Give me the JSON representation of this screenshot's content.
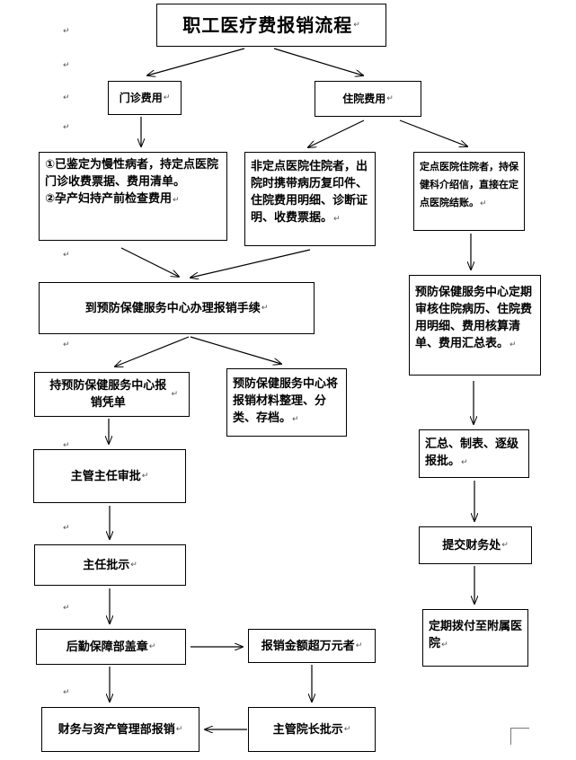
{
  "title": "职工医疗费报销流程",
  "paragraph_mark": "↵",
  "nodes": {
    "outpatient": "门诊费用",
    "inpatient": "住院费用",
    "chronic_lines": [
      "①已鉴定为慢性病者，持定点医院门诊收费票据、费用清单。",
      "②孕产妇持产前检查费用"
    ],
    "nondesignated": "非定点医院住院者，出院时携带病历复印件、住院费用明细、诊断证明、收费票据。",
    "designated": "定点医院住院者，持保健科介绍信，直接在定点医院结账。",
    "to_center": "到预防保健服务中心办理报销手续",
    "hold_voucher": "持预防保健服务中心报销凭单",
    "center_archive": "预防保健服务中心将报销材料整理、分类、存档。",
    "director_review": "主管主任审批",
    "director_approve": "主任批示",
    "logistics_seal": "后勤保障部盖章",
    "over_10k": "报销金额超万元者",
    "vp_approve": "主管院长批示",
    "finance_reimburse": "财务与资产管理部报销",
    "periodic_review": "预防保健服务中心定期审核住院病历、住院费用明细、费用核算清单、费用汇总表。",
    "summarize": "汇总、制表、逐级报批。",
    "submit_finance": "提交财务处",
    "allocate": "定期拨付至附属医院"
  }
}
